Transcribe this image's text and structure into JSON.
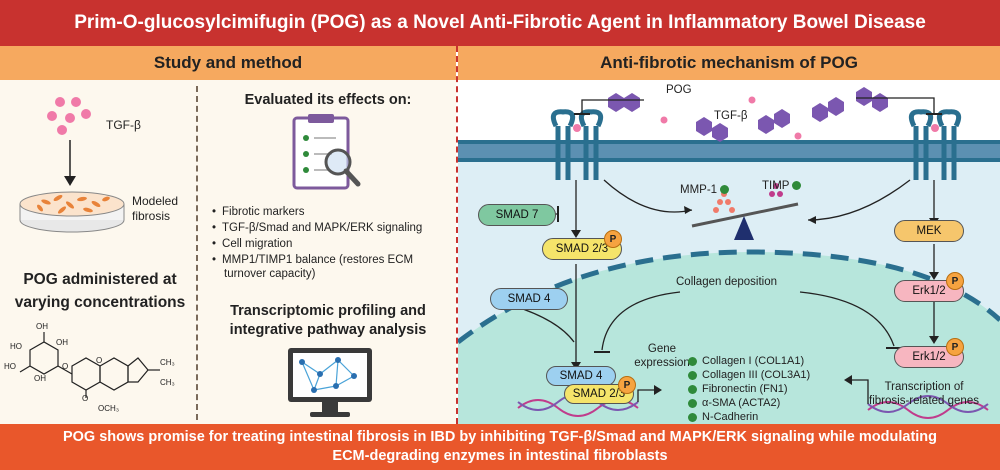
{
  "title": "Prim-O-glucosylcimifugin (POG) as a Novel Anti-Fibrotic Agent in Inflammatory Bowel Disease",
  "left_header": "Study and method",
  "right_header": "Anti-fibrotic mechanism of POG",
  "study": {
    "tgf_label": "TGF-β",
    "modeled_line1": "Modeled",
    "modeled_line2": "fibrosis",
    "pog_admin_line1": "POG administered at",
    "pog_admin_line2": "varying concentrations",
    "chem": {
      "oh1": "OH",
      "ho1": "HO",
      "ho2": "HO",
      "oh2": "OH",
      "oh3": "OH",
      "o1": "O",
      "o2": "O",
      "o3": "O",
      "ch3a": "CH₃",
      "ch3b": "CH₃",
      "och3": "OCH₃"
    }
  },
  "effects": {
    "heading": "Evaluated its effects on:",
    "items": [
      "Fibrotic markers",
      "TGF-β/Smad and MAPK/ERK signaling",
      "Cell migration",
      "MMP1/TIMP1 balance (restores ECM"
    ],
    "item4_cont": "turnover capacity)",
    "transcriptomic_line1": "Transcriptomic profiling and",
    "transcriptomic_line2": "integrative pathway analysis"
  },
  "mechanism": {
    "pog": "POG",
    "tgf": "TGF-β",
    "mmp1": "MMP-1",
    "timp": "TIMP",
    "smad7": "SMAD 7",
    "smad23": "SMAD 2/3",
    "smad4": "SMAD 4",
    "p": "P",
    "mek": "MEK",
    "erk_cyto": "Erk1/2",
    "erk_nuc": "Erk1/2",
    "collagen_dep": "Collagen deposition",
    "smad4_nuc": "SMAD 4",
    "smad23_nuc": "SMAD 2/3",
    "gene_expr_line1": "Gene",
    "gene_expr_line2": "expression",
    "genes": [
      "Collagen I (COL1A1)",
      "Collagen III (COL3A1)",
      "Fibronectin (FN1)",
      "α-SMA (ACTA2)",
      "N-Cadherin"
    ],
    "transcription_line1": "Transcription of",
    "transcription_line2": "fibrosis-related genes"
  },
  "footer_line1": "POG shows promise for treating intestinal fibrosis in IBD by inhibiting TGF-β/Smad and MAPK/ERK signaling while modulating",
  "footer_line2": "ECM-degrading enzymes in intestinal fibroblasts",
  "colors": {
    "title_bg": "#c8322f",
    "header_bg": "#f6a95f",
    "footer_bg": "#e9572b",
    "membrane": "#2a6f8f",
    "cytoplasm": "#ddeef5",
    "nucleus": "#b7e6dc",
    "smad23": "#f5e46a",
    "smad4": "#9dd0f0",
    "smad7": "#7fc8a0",
    "erk": "#f7b6c0",
    "mek": "#f6c66c",
    "pog": "#7b57b0"
  }
}
